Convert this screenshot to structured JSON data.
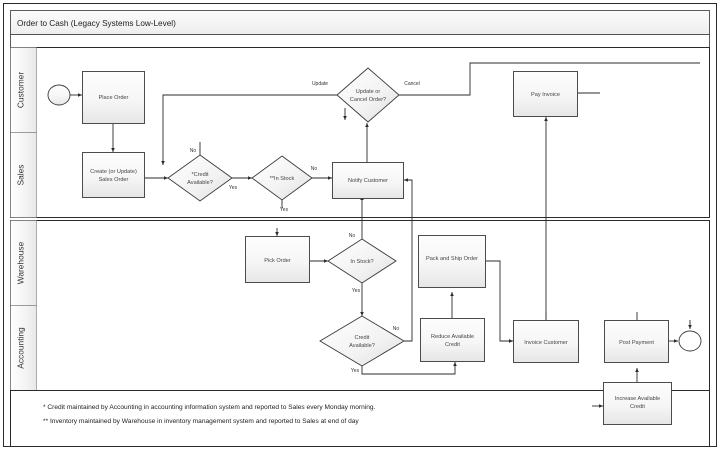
{
  "diagram": {
    "title": "Order to Cash (Legacy Systems Low-Level)",
    "type": "swimlane-flowchart"
  },
  "pools": [
    {
      "id": "pool-top",
      "lanes": [
        "Customer",
        "Sales"
      ]
    },
    {
      "id": "pool-bottom",
      "lanes": [
        "Warehouse",
        "Accounting"
      ]
    }
  ],
  "lanes": [
    {
      "id": "lane-customer",
      "label": "Customer"
    },
    {
      "id": "lane-sales",
      "label": "Sales"
    },
    {
      "id": "lane-warehouse",
      "label": "Warehouse"
    },
    {
      "id": "lane-accounting",
      "label": "Accounting"
    }
  ],
  "nodes": {
    "start_event": {
      "label": "",
      "shape": "start-event",
      "lane": "Customer"
    },
    "place_order": {
      "label": "Place Order",
      "shape": "task",
      "lane": "Customer"
    },
    "update_or_cancel": {
      "label_line1": "Update or",
      "label_line2": "Cancel Order?",
      "shape": "gateway",
      "lane": "Customer"
    },
    "pay_invoice": {
      "label": "Pay Invoice",
      "shape": "task",
      "lane": "Customer"
    },
    "create_update_sales_order": {
      "label_line1": "Create (or Update)",
      "label_line2": "Sales Order",
      "shape": "task",
      "lane": "Sales"
    },
    "credit_available_sales": {
      "label_line1": "*Credit",
      "label_line2": "Available?",
      "shape": "gateway",
      "lane": "Sales"
    },
    "in_stock_sales": {
      "label": "**In Stock",
      "shape": "gateway",
      "lane": "Sales"
    },
    "notify_customer": {
      "label": "Notify Customer",
      "shape": "task",
      "lane": "Sales"
    },
    "pick_order": {
      "label": "Pick Order",
      "shape": "task",
      "lane": "Warehouse"
    },
    "in_stock_warehouse": {
      "label": "In Stock?",
      "shape": "gateway",
      "lane": "Warehouse"
    },
    "pack_and_ship_order": {
      "label": "Pack and Ship Order",
      "shape": "task",
      "lane": "Warehouse"
    },
    "credit_available_accounting": {
      "label_line1": "Credit",
      "label_line2": "Available?",
      "shape": "gateway",
      "lane": "Accounting"
    },
    "reduce_available_credit": {
      "label_line1": "Reduce Available",
      "label_line2": "Credit",
      "shape": "task",
      "lane": "Accounting"
    },
    "invoice_customer": {
      "label": "Invoice Customer",
      "shape": "task",
      "lane": "Accounting"
    },
    "post_payment": {
      "label": "Post Payment",
      "shape": "task",
      "lane": "Accounting"
    },
    "increase_available_credit": {
      "label_line1": "Increase Available",
      "label_line2": "Credit",
      "shape": "task",
      "lane": "Accounting"
    },
    "end_event": {
      "label": "",
      "shape": "end-event",
      "lane": "Accounting"
    }
  },
  "edge_labels": {
    "update": "Update",
    "cancel": "Cancel",
    "credit_no": "No",
    "credit_yes": "Yes",
    "stock_no_sales": "No",
    "stock_yes_sales": "Yes",
    "wh_stock_no": "No",
    "wh_stock_yes": "Yes",
    "acct_credit_no": "No",
    "acct_credit_yes": "Yes"
  },
  "notes": {
    "note1": "* Credit maintained by Accounting in accounting information system and reported to Sales every Monday morning.",
    "note2": "** Inventory maintained by Warehouse in inventory management system and reported to Sales at end of day"
  },
  "colors": {
    "background": "#ffffff",
    "border": "#2b2b2b",
    "shape_stroke": "#3a3a3a",
    "shape_fill_light": "#fbfbfb",
    "shape_fill_dark": "#e9e9e9",
    "lane_band": "#f4f4f4",
    "text": "#333333"
  }
}
